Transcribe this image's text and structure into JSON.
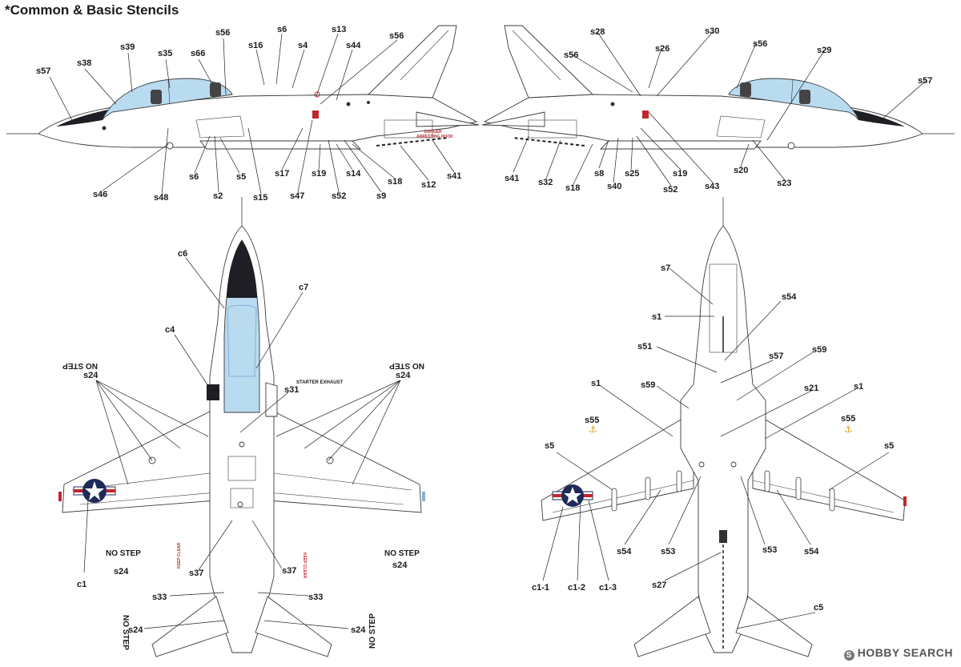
{
  "title": "*Common & Basic Stencils",
  "watermark": {
    "prefix": "S",
    "text": "HOBBY SEARCH"
  },
  "labels": {
    "side_left": [
      {
        "id": "s57",
        "text": "s57"
      },
      {
        "id": "s38",
        "text": "s38"
      },
      {
        "id": "s39",
        "text": "s39"
      },
      {
        "id": "s35",
        "text": "s35"
      },
      {
        "id": "s66",
        "text": "s66"
      },
      {
        "id": "s56a",
        "text": "s56"
      },
      {
        "id": "s16",
        "text": "s16"
      },
      {
        "id": "s6a",
        "text": "s6"
      },
      {
        "id": "s4",
        "text": "s4"
      },
      {
        "id": "s13",
        "text": "s13"
      },
      {
        "id": "s44",
        "text": "s44"
      },
      {
        "id": "s56b",
        "text": "s56"
      },
      {
        "id": "s46",
        "text": "s46"
      },
      {
        "id": "s48",
        "text": "s48"
      },
      {
        "id": "s6b",
        "text": "s6"
      },
      {
        "id": "s2",
        "text": "s2"
      },
      {
        "id": "s5",
        "text": "s5"
      },
      {
        "id": "s15",
        "text": "s15"
      },
      {
        "id": "s17",
        "text": "s17"
      },
      {
        "id": "s47",
        "text": "s47"
      },
      {
        "id": "s19",
        "text": "s19"
      },
      {
        "id": "s52",
        "text": "s52"
      },
      {
        "id": "s14",
        "text": "s14"
      },
      {
        "id": "s9",
        "text": "s9"
      },
      {
        "id": "s18",
        "text": "s18"
      },
      {
        "id": "s12",
        "text": "s12"
      },
      {
        "id": "s41",
        "text": "s41"
      }
    ],
    "side_right": [
      {
        "id": "s28",
        "text": "s28"
      },
      {
        "id": "s30",
        "text": "s30"
      },
      {
        "id": "s56c",
        "text": "s56"
      },
      {
        "id": "s26",
        "text": "s26"
      },
      {
        "id": "s56d",
        "text": "s56"
      },
      {
        "id": "s29",
        "text": "s29"
      },
      {
        "id": "s57b",
        "text": "s57"
      },
      {
        "id": "s41b",
        "text": "s41"
      },
      {
        "id": "s32",
        "text": "s32"
      },
      {
        "id": "s18b",
        "text": "s18"
      },
      {
        "id": "s8",
        "text": "s8"
      },
      {
        "id": "s40",
        "text": "s40"
      },
      {
        "id": "s25",
        "text": "s25"
      },
      {
        "id": "s52b",
        "text": "s52"
      },
      {
        "id": "s19b",
        "text": "s19"
      },
      {
        "id": "s43",
        "text": "s43"
      },
      {
        "id": "s20",
        "text": "s20"
      },
      {
        "id": "s23",
        "text": "s23"
      }
    ],
    "top": [
      {
        "id": "c6",
        "text": "c6"
      },
      {
        "id": "c7",
        "text": "c7"
      },
      {
        "id": "c4",
        "text": "c4"
      },
      {
        "id": "s24a",
        "text": "s24"
      },
      {
        "id": "s24b",
        "text": "s24"
      },
      {
        "id": "s31",
        "text": "s31"
      },
      {
        "id": "c1",
        "text": "c1"
      },
      {
        "id": "s24c",
        "text": "s24"
      },
      {
        "id": "s24d",
        "text": "s24"
      },
      {
        "id": "s37a",
        "text": "s37"
      },
      {
        "id": "s37b",
        "text": "s37"
      },
      {
        "id": "s33a",
        "text": "s33"
      },
      {
        "id": "s33b",
        "text": "s33"
      },
      {
        "id": "s24e",
        "text": "s24"
      },
      {
        "id": "s24f",
        "text": "s24"
      }
    ],
    "bottom": [
      {
        "id": "s7",
        "text": "s7"
      },
      {
        "id": "s54a",
        "text": "s54"
      },
      {
        "id": "s1a",
        "text": "s1"
      },
      {
        "id": "s51",
        "text": "s51"
      },
      {
        "id": "s57c",
        "text": "s57"
      },
      {
        "id": "s59a",
        "text": "s59"
      },
      {
        "id": "s1b",
        "text": "s1"
      },
      {
        "id": "s59b",
        "text": "s59"
      },
      {
        "id": "s21",
        "text": "s21"
      },
      {
        "id": "s1c",
        "text": "s1"
      },
      {
        "id": "s55a",
        "text": "s55"
      },
      {
        "id": "s55b",
        "text": "s55"
      },
      {
        "id": "s5a",
        "text": "s5"
      },
      {
        "id": "s5b",
        "text": "s5"
      },
      {
        "id": "s54b",
        "text": "s54"
      },
      {
        "id": "s53a",
        "text": "s53"
      },
      {
        "id": "s53b",
        "text": "s53"
      },
      {
        "id": "s54c",
        "text": "s54"
      },
      {
        "id": "s27",
        "text": "s27"
      },
      {
        "id": "c1-1",
        "text": "c1-1"
      },
      {
        "id": "c1-2",
        "text": "c1-2"
      },
      {
        "id": "c1-3",
        "text": "c1-3"
      },
      {
        "id": "c5",
        "text": "c5"
      }
    ]
  },
  "callouts": {
    "no_step": "NO STEP",
    "starter_exhaust": "STARTER EXHAUST",
    "danger": "DANGER",
    "arresting_hook": "ARRESTING HOOK",
    "keep_clear": "KEEP CLEAR"
  },
  "colors": {
    "canopy": "#b9dbf0",
    "canopy_dark": "#7fb2d8",
    "anti_glare": "#1e1e24",
    "roundel_blue": "#1f2a5a",
    "stripe_red": "#c0262d",
    "hazard_orange": "#e2a21a"
  }
}
